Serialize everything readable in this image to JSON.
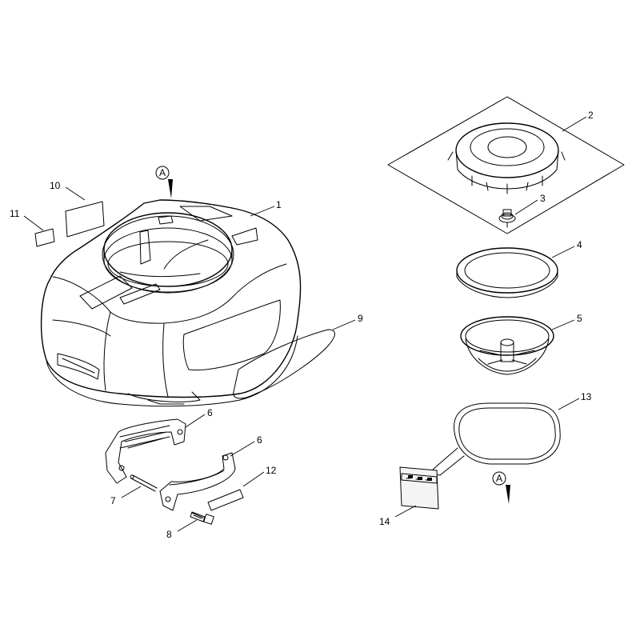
{
  "callouts": {
    "c1": "1",
    "c2": "2",
    "c3": "3",
    "c4": "4",
    "c5": "5",
    "c6a": "6",
    "c6b": "6",
    "c7": "7",
    "c8": "8",
    "c9": "9",
    "c10": "10",
    "c11": "11",
    "c12": "12",
    "c13": "13",
    "c14": "14"
  },
  "markers": {
    "left": "A",
    "right": "A"
  },
  "colors": {
    "ink": "#000000",
    "paper": "#ffffff"
  }
}
